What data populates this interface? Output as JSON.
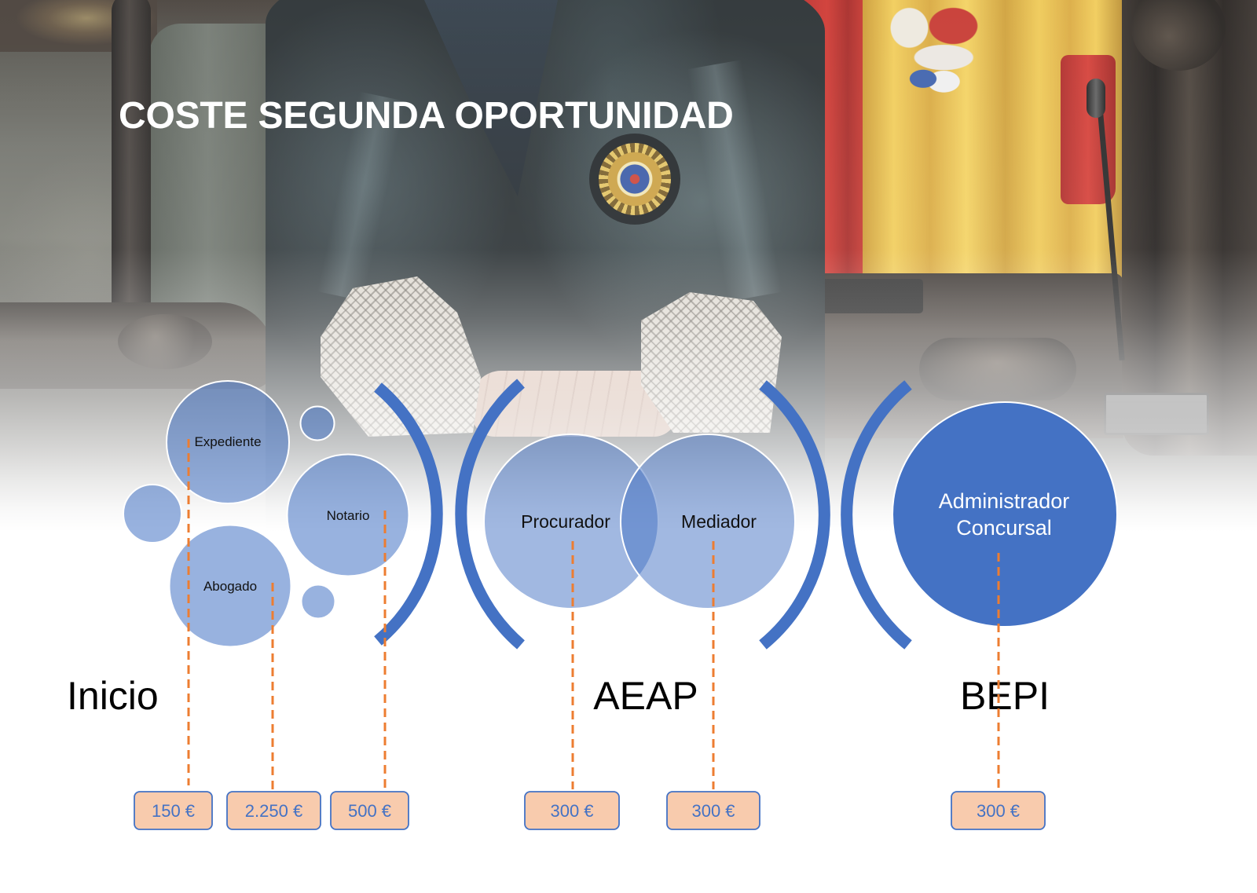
{
  "slide": {
    "title": "COSTE SEGUNDA OPORTUNIDAD"
  },
  "inicio": {
    "stage_label": "Inicio",
    "bubbles": {
      "expediente": "Expediente",
      "notario": "Notario",
      "abogado": "Abogado"
    }
  },
  "aeap": {
    "stage_label": "AEAP",
    "circles": {
      "procurador": "Procurador",
      "mediador": "Mediador"
    }
  },
  "bepi": {
    "stage_label": "BEPI",
    "circle": {
      "line1": "Administrador",
      "line2": "Concursal"
    }
  },
  "costs": {
    "expediente": "150 €",
    "abogado": "2.250 €",
    "notario": "500 €",
    "procurador": "300 €",
    "mediador": "300 €",
    "administrador_concursal": "300 €"
  },
  "colors": {
    "accent_blue": "#4472c4",
    "cost_line_orange": "#ed7d31",
    "cost_box_fill": "#f8cbad",
    "title_text": "#ffffff"
  }
}
